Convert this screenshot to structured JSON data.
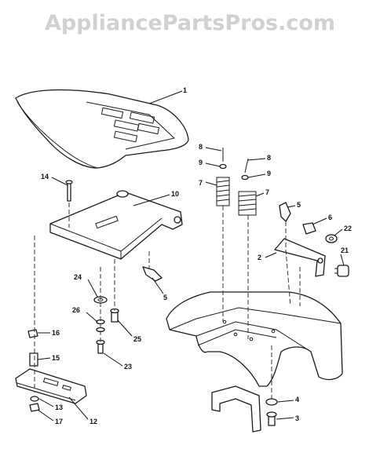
{
  "watermark": "AppliancePartsPros.com",
  "callouts": [
    {
      "id": "1",
      "label": "1"
    },
    {
      "id": "2",
      "label": "2"
    },
    {
      "id": "3",
      "label": "3"
    },
    {
      "id": "4",
      "label": "4"
    },
    {
      "id": "5a",
      "label": "5"
    },
    {
      "id": "5b",
      "label": "5"
    },
    {
      "id": "6",
      "label": "6"
    },
    {
      "id": "7a",
      "label": "7"
    },
    {
      "id": "7b",
      "label": "7"
    },
    {
      "id": "8a",
      "label": "8"
    },
    {
      "id": "8b",
      "label": "8"
    },
    {
      "id": "9a",
      "label": "9"
    },
    {
      "id": "9b",
      "label": "9"
    },
    {
      "id": "10",
      "label": "10"
    },
    {
      "id": "12",
      "label": "12"
    },
    {
      "id": "13",
      "label": "13"
    },
    {
      "id": "14",
      "label": "14"
    },
    {
      "id": "15",
      "label": "15"
    },
    {
      "id": "16",
      "label": "16"
    },
    {
      "id": "17",
      "label": "17"
    },
    {
      "id": "21",
      "label": "21"
    },
    {
      "id": "22",
      "label": "22"
    },
    {
      "id": "23",
      "label": "23"
    },
    {
      "id": "24",
      "label": "24"
    },
    {
      "id": "25",
      "label": "25"
    },
    {
      "id": "26",
      "label": "26"
    }
  ]
}
